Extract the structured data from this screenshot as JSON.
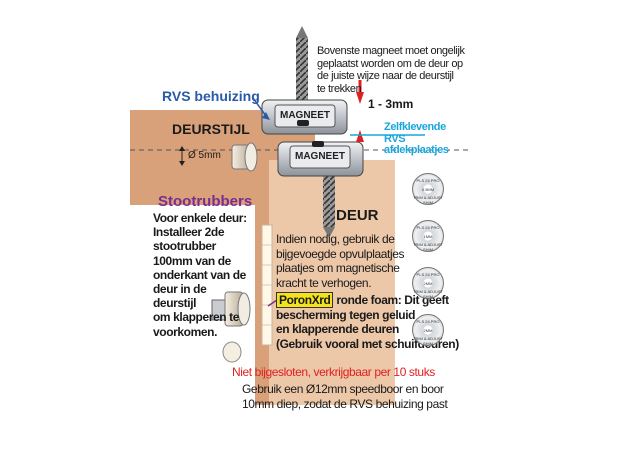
{
  "labels": {
    "top_note": [
      "Bovenste magneet moet ongelijk",
      "geplaatst worden om de deur op",
      "de juiste wijze naar de deurstijl",
      "te trekken"
    ],
    "gap": "1 - 3mm",
    "rvs_housing": "RVS behuizing",
    "magnet_top": "MAGNEET",
    "magnet_bottom": "MAGNEET",
    "doorframe": "DEURSTIJL",
    "diameter": "Ø 5mm",
    "adhesive": [
      "Zelfklevende",
      "RVS",
      "afdekplaatjes"
    ],
    "door": "DEUR",
    "stoot_title": "Stootrubbers",
    "stoot_text": [
      "Voor enkele deur:",
      "Installeer 2de",
      "stootrubber",
      "100mm van de",
      "onderkant van de",
      "deur in de",
      "deurstijl",
      "om klapperen te",
      "voorkomen."
    ],
    "shim_text": [
      "Indien nodig, gebruik de",
      "bijgevoegde opvulplaatjes",
      "plaatjes om magnetische",
      "kracht te verhogen."
    ],
    "poron_brand": "PoronXrd",
    "poron_text": [
      " ronde foam: Dit geeft",
      "bescherming tegen geluid",
      "en klapperende deuren",
      "(Gebruik vooral met schuifdeuren)"
    ],
    "not_included": "Niet bijgesloten, verkrijgbaar per 10 stuks",
    "drill_text": [
      "Gebruik een Ø12mm speedboor en boor",
      "10mm diep, zodat de RVS behuizing past"
    ]
  },
  "shims": [
    {
      "top": "PLS 24 PRO",
      "mid": "0.5MM",
      "bot": "TRIM & ADJUST SHIM"
    },
    {
      "top": "PLS 24 PRO",
      "mid": "1MM",
      "bot": "TRIM & ADJUST SHIM"
    },
    {
      "top": "PLS 24 PRO",
      "mid": "2MM",
      "bot": "TRIM & ADJUST SHIM"
    },
    {
      "top": "PLS 24 PRO",
      "mid": "2MM",
      "bot": "TRIM & ADJUST SHIM"
    }
  ],
  "colors": {
    "wood": "#d9a17a",
    "wood_light": "#ecc7a8",
    "rvs_blue": "#2a5aa8",
    "cyan": "#1aa6dd",
    "purple": "#7b2d8e",
    "red": "#e02020",
    "steel": "#c9ccd1"
  }
}
